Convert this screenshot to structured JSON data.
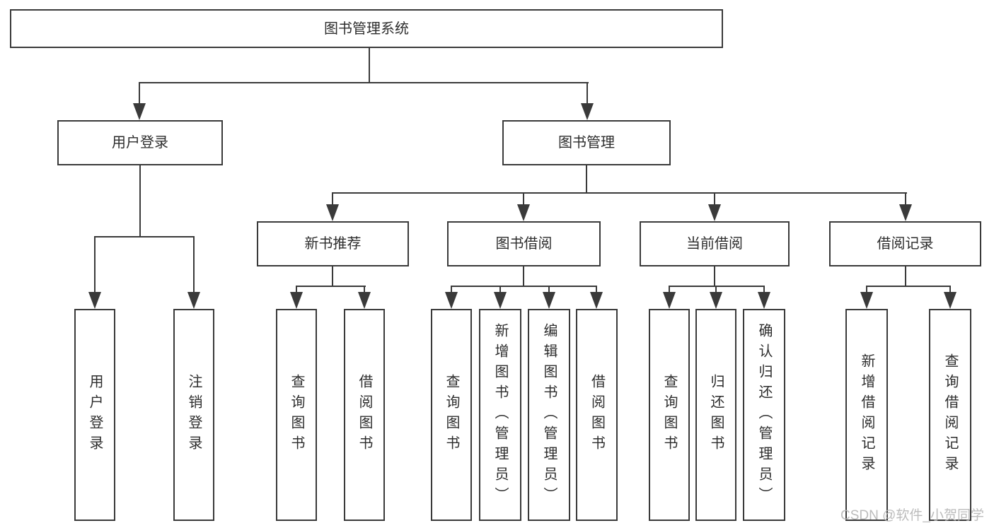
{
  "diagram": {
    "root": {
      "label": "图书管理系统"
    },
    "level2": [
      {
        "label": "用户登录"
      },
      {
        "label": "图书管理"
      }
    ],
    "level3": [
      {
        "label": "新书推荐"
      },
      {
        "label": "图书借阅"
      },
      {
        "label": "当前借阅"
      },
      {
        "label": "借阅记录"
      }
    ],
    "leaves": [
      {
        "label": "用户登录"
      },
      {
        "label": "注销登录"
      },
      {
        "label": "查询图书"
      },
      {
        "label": "借阅图书"
      },
      {
        "label": "查询图书"
      },
      {
        "label": "新增图书（管理员）"
      },
      {
        "label": "编辑图书（管理员）"
      },
      {
        "label": "借阅图书"
      },
      {
        "label": "查询图书"
      },
      {
        "label": "归还图书"
      },
      {
        "label": "确认归还（管理员）"
      },
      {
        "label": "新增借阅记录"
      },
      {
        "label": "查询借阅记录"
      }
    ],
    "colors": {
      "line": "#3a3a3a",
      "text": "#2d2d2d",
      "background": "#ffffff",
      "watermark": "#b5b5b5"
    }
  },
  "watermark": {
    "text": "CSDN @软件_小贺同学"
  }
}
